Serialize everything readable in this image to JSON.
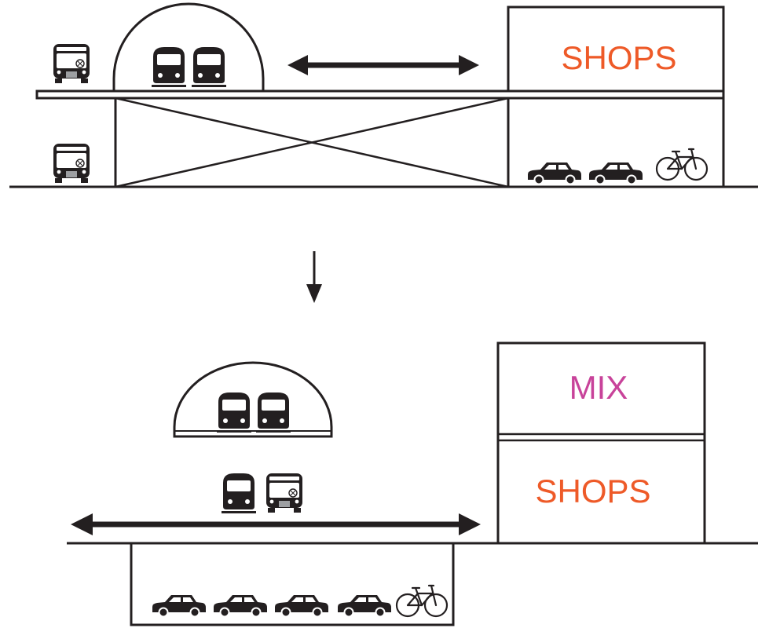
{
  "before": {
    "shops_label": "SHOPS",
    "shops_color": "#ee5a28"
  },
  "after": {
    "mix_label": "MIX",
    "mix_color": "#c8439a",
    "shops_label": "SHOPS",
    "shops_color": "#ee5a28"
  },
  "icons": [
    "bus-icon",
    "train-icon",
    "car-icon",
    "bicycle-icon",
    "double-arrow-icon",
    "down-arrow-icon"
  ]
}
